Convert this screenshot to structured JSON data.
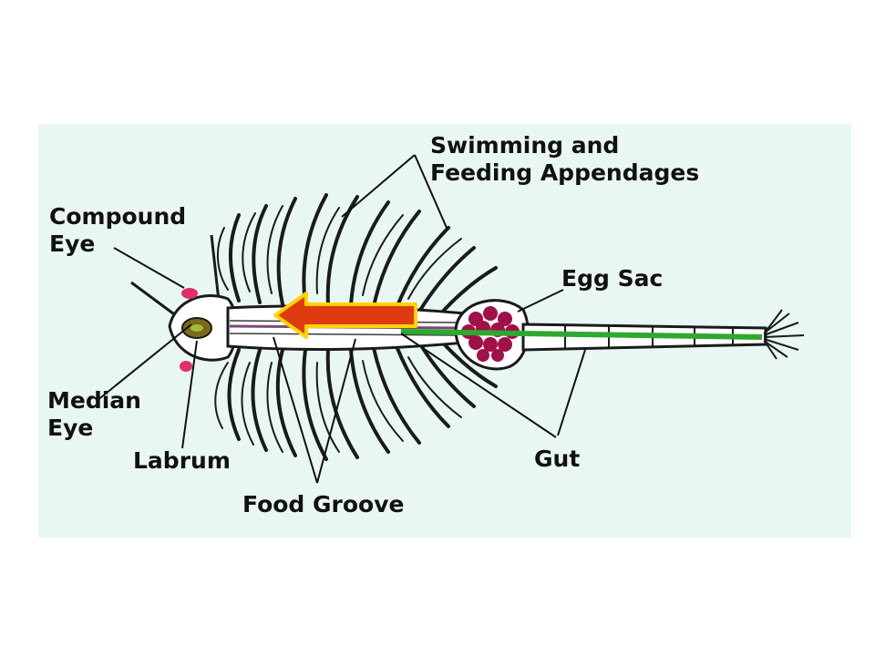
{
  "colors": {
    "background": "#e9f7f4",
    "gut": "#2ea82e",
    "arrow_fill": "#e03a10",
    "arrow_outline": "#ffd400",
    "eggs": "#a11048",
    "compound_eye": "#e0306a",
    "labrum": "#7a6a1a"
  },
  "labels": {
    "appendages_line1": "Swimming and",
    "appendages_line2": "Feeding Appendages",
    "compound_eye_line1": "Compound",
    "compound_eye_line2": "Eye",
    "egg_sac": "Egg Sac",
    "median_eye_line1": "Median",
    "median_eye_line2": "Eye",
    "labrum": "Labrum",
    "gut": "Gut",
    "food_groove": "Food Groove"
  },
  "icons": {
    "flow_arrow": "left-arrow-icon"
  }
}
